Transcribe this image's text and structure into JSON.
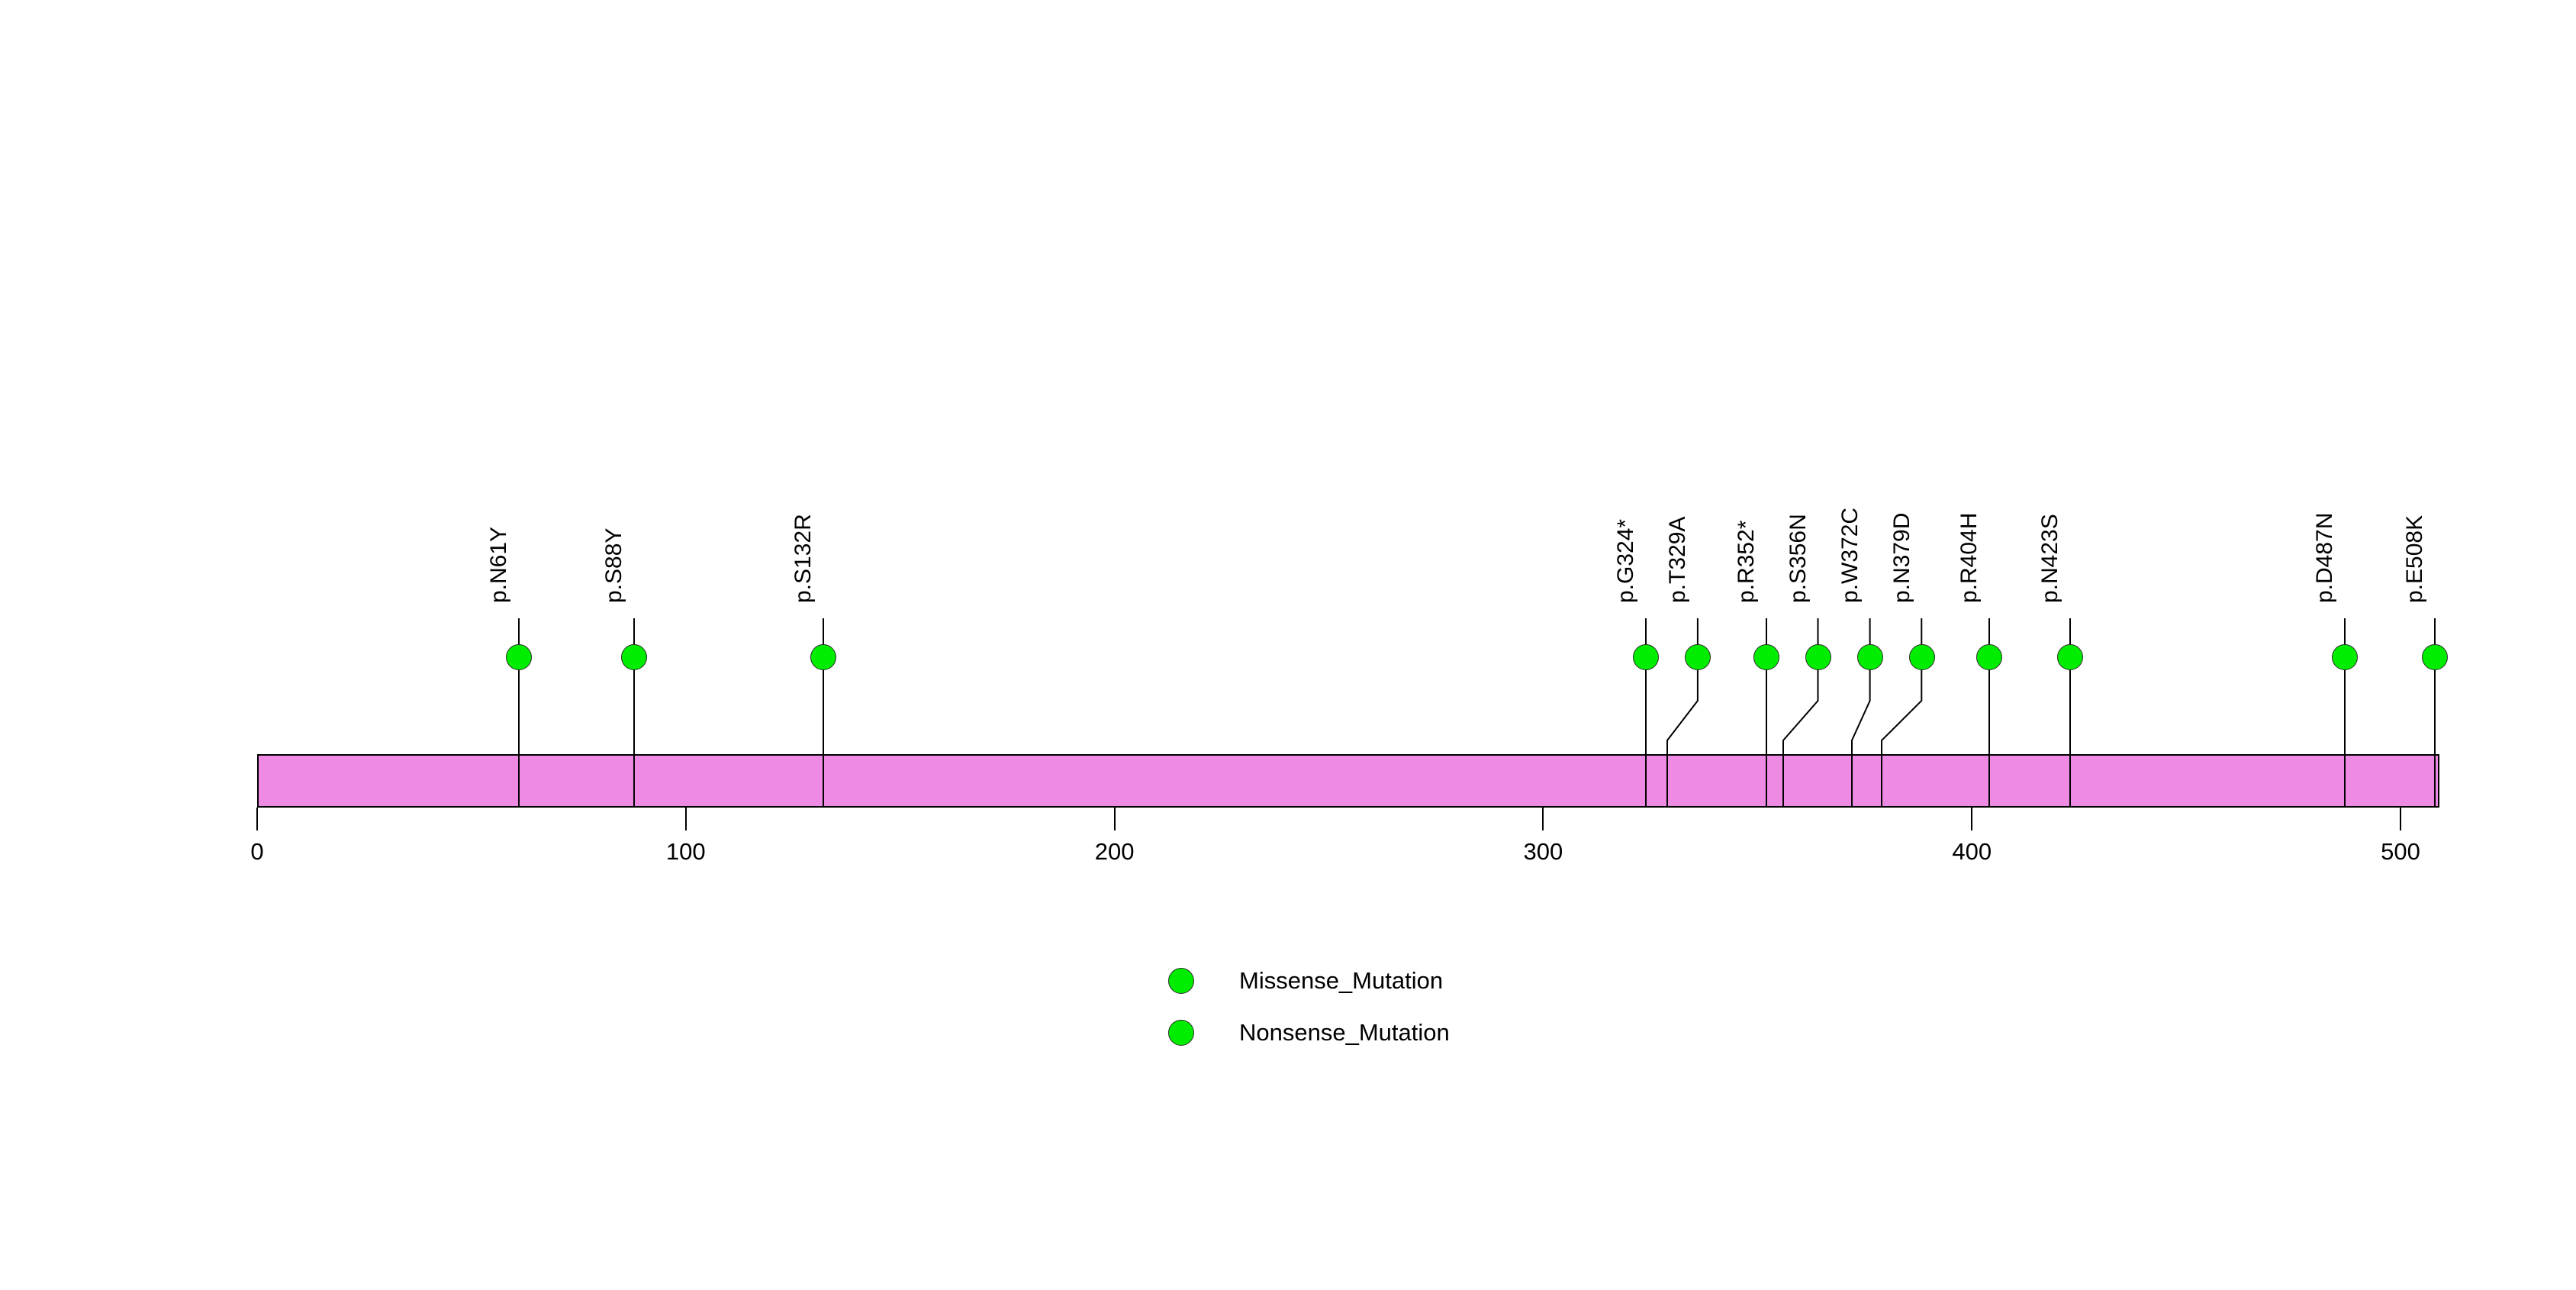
{
  "chart_data": {
    "type": "scatter",
    "plot_kind": "lollipop-protein-domain-diagram",
    "title": "",
    "subtitle": "",
    "xlabel": "",
    "ylabel": "",
    "xlim": [
      0,
      509
    ],
    "axis_ticks": [
      {
        "value": 0,
        "label": "0"
      },
      {
        "value": 100,
        "label": "100"
      },
      {
        "value": 200,
        "label": "200"
      },
      {
        "value": 300,
        "label": "300"
      },
      {
        "value": 400,
        "label": "400"
      },
      {
        "value": 500,
        "label": "500"
      }
    ],
    "grid": false,
    "protein": {
      "length": 509,
      "bar_color": "#EE8AE4",
      "bar_border_color": "#000000"
    },
    "mutation_color": "#00ED00",
    "mutations": [
      {
        "label": "p.N61Y",
        "position": 61,
        "type": "Missense_Mutation",
        "color": "#00ED00",
        "count": 1
      },
      {
        "label": "p.S88Y",
        "position": 88,
        "type": "Missense_Mutation",
        "color": "#00ED00",
        "count": 1
      },
      {
        "label": "p.S132R",
        "position": 132,
        "type": "Missense_Mutation",
        "color": "#00ED00",
        "count": 1
      },
      {
        "label": "p.G324*",
        "position": 324,
        "type": "Nonsense_Mutation",
        "color": "#00ED00",
        "count": 1
      },
      {
        "label": "p.T329A",
        "position": 329,
        "type": "Missense_Mutation",
        "color": "#00ED00",
        "count": 1
      },
      {
        "label": "p.R352*",
        "position": 352,
        "type": "Nonsense_Mutation",
        "color": "#00ED00",
        "count": 1
      },
      {
        "label": "p.S356N",
        "position": 356,
        "type": "Missense_Mutation",
        "color": "#00ED00",
        "count": 1
      },
      {
        "label": "p.W372C",
        "position": 372,
        "type": "Missense_Mutation",
        "color": "#00ED00",
        "count": 1
      },
      {
        "label": "p.N379D",
        "position": 379,
        "type": "Missense_Mutation",
        "color": "#00ED00",
        "count": 1
      },
      {
        "label": "p.R404H",
        "position": 404,
        "type": "Missense_Mutation",
        "color": "#00ED00",
        "count": 1
      },
      {
        "label": "p.N423S",
        "position": 423,
        "type": "Missense_Mutation",
        "color": "#00ED00",
        "count": 1
      },
      {
        "label": "p.D487N",
        "position": 487,
        "type": "Missense_Mutation",
        "color": "#00ED00",
        "count": 1
      },
      {
        "label": "p.E508K",
        "position": 508,
        "type": "Missense_Mutation",
        "color": "#00ED00",
        "count": 1
      }
    ],
    "legend": {
      "position": "bottom-center",
      "entries": [
        {
          "label": "Missense_Mutation",
          "color": "#00ED00"
        },
        {
          "label": "Nonsense_Mutation",
          "color": "#00ED00"
        }
      ]
    }
  }
}
